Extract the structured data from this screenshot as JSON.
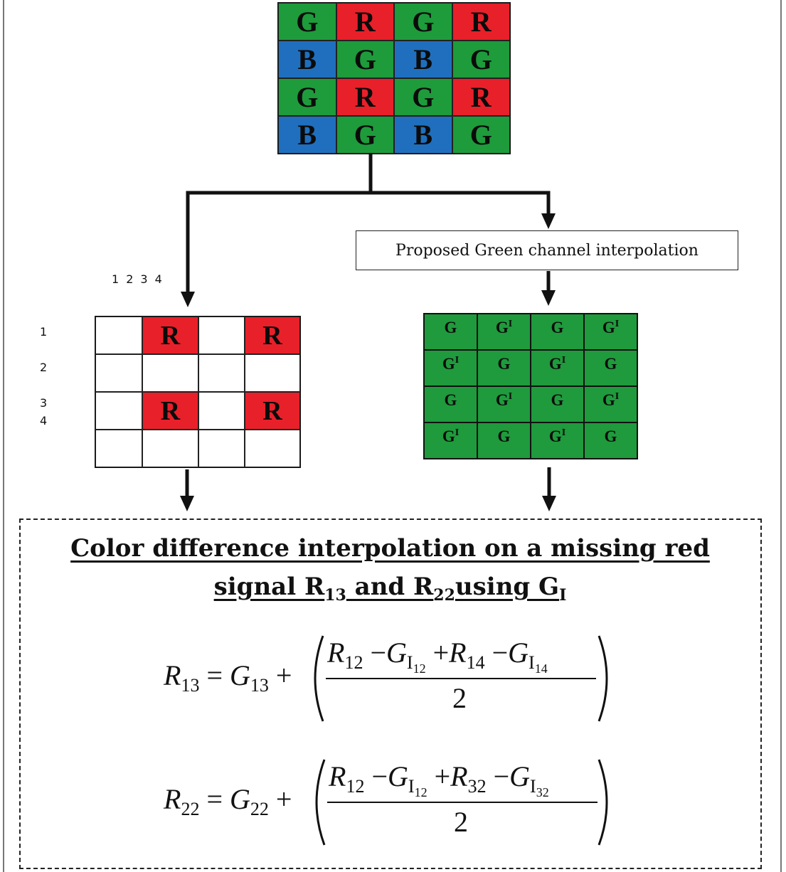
{
  "bayer_pattern": {
    "rows": [
      [
        "G",
        "R",
        "G",
        "R"
      ],
      [
        "B",
        "G",
        "B",
        "G"
      ],
      [
        "G",
        "R",
        "G",
        "R"
      ],
      [
        "B",
        "G",
        "B",
        "G"
      ]
    ],
    "colors": {
      "G": "#1e9b3b",
      "R": "#e8202a",
      "B": "#1f6fbe"
    }
  },
  "proposed_label": "Proposed Green channel interpolation",
  "red_grid": {
    "column_indices": [
      "1",
      "2",
      "3",
      "4"
    ],
    "row_indices": [
      "1",
      "2",
      "3",
      "4"
    ],
    "rows": [
      [
        "",
        "R",
        "",
        "R"
      ],
      [
        "",
        "",
        "",
        ""
      ],
      [
        "",
        "R",
        "",
        "R"
      ],
      [
        "",
        "",
        "",
        ""
      ]
    ],
    "red_color": "#e8202a"
  },
  "green_grid": {
    "rows": [
      [
        {
          "base": "G",
          "sub": ""
        },
        {
          "base": "G",
          "sub": "I"
        },
        {
          "base": "G",
          "sub": ""
        },
        {
          "base": "G",
          "sub": "I"
        }
      ],
      [
        {
          "base": "G",
          "sub": "I"
        },
        {
          "base": "G",
          "sub": ""
        },
        {
          "base": "G",
          "sub": "I"
        },
        {
          "base": "G",
          "sub": ""
        }
      ],
      [
        {
          "base": "G",
          "sub": ""
        },
        {
          "base": "G",
          "sub": "I"
        },
        {
          "base": "G",
          "sub": ""
        },
        {
          "base": "G",
          "sub": "I"
        }
      ],
      [
        {
          "base": "G",
          "sub": "I"
        },
        {
          "base": "G",
          "sub": ""
        },
        {
          "base": "G",
          "sub": "I"
        },
        {
          "base": "G",
          "sub": ""
        }
      ]
    ],
    "color": "#1f9a3c"
  },
  "heading": {
    "line1": "Color difference interpolation on a missing red",
    "line2_a": "signal R",
    "line2_sub1": "13",
    "line2_b": " and R",
    "line2_sub2": "22",
    "line2_c": "using G",
    "line2_sub3": "I"
  },
  "formula1": {
    "lhs_a": "R",
    "lhs_a_sub": "13",
    "eq": " = ",
    "lhs_b": "G",
    "lhs_b_sub": "13",
    "plus": " +",
    "t1": "R",
    "t1_sub": "12",
    "op1": " −",
    "t2": "G",
    "t2_sub": "I",
    "t2_subsub": "12",
    "op2": " +",
    "t3": "R",
    "t3_sub": "14",
    "op3": " −",
    "t4": "G",
    "t4_sub": "I",
    "t4_subsub": "14",
    "den": "2"
  },
  "formula2": {
    "lhs_a": "R",
    "lhs_a_sub": "22",
    "eq": " = ",
    "lhs_b": "G",
    "lhs_b_sub": "22",
    "plus": " +",
    "t1": "R",
    "t1_sub": "12",
    "op1": " −",
    "t2": "G",
    "t2_sub": "I",
    "t2_subsub": "12",
    "op2": " +",
    "t3": "R",
    "t3_sub": "32",
    "op3": " −",
    "t4": "G",
    "t4_sub": "I",
    "t4_subsub": "32",
    "den": "2"
  }
}
